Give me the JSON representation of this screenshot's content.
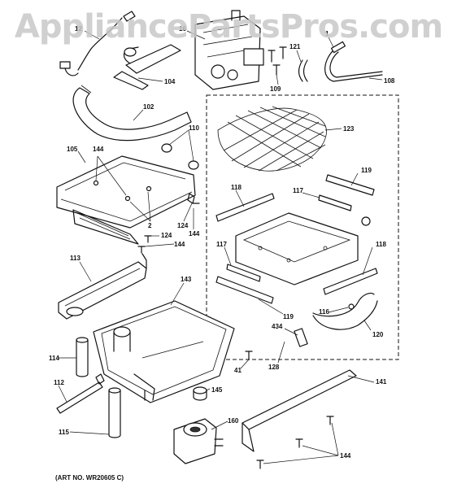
{
  "watermark": "AppliancePartsPros.com",
  "art_number": "(ART NO. WR20605 C)",
  "callouts": {
    "c12": "12",
    "c16": "16",
    "c1": "1",
    "c121": "121",
    "c108": "108",
    "c109": "109",
    "c104": "104",
    "c102": "102",
    "c110": "110",
    "c105": "105",
    "c144a": "144",
    "c2": "2",
    "c124a": "124",
    "c144b": "144",
    "c124b": "124",
    "c144c": "144",
    "c113": "113",
    "c143": "143",
    "c114": "114",
    "c112": "112",
    "c115": "115",
    "c41": "41",
    "c145": "145",
    "c160": "160",
    "c123": "123",
    "c118a": "118",
    "c117a": "117",
    "c119a": "119",
    "c117b": "117",
    "c118b": "118",
    "c119b": "119",
    "c116": "116",
    "c434": "434",
    "c120": "120",
    "c128": "128",
    "c141": "141",
    "c144d": "144"
  },
  "colors": {
    "line": "#111111",
    "watermark": "#c8c8c8",
    "background": "#ffffff"
  }
}
